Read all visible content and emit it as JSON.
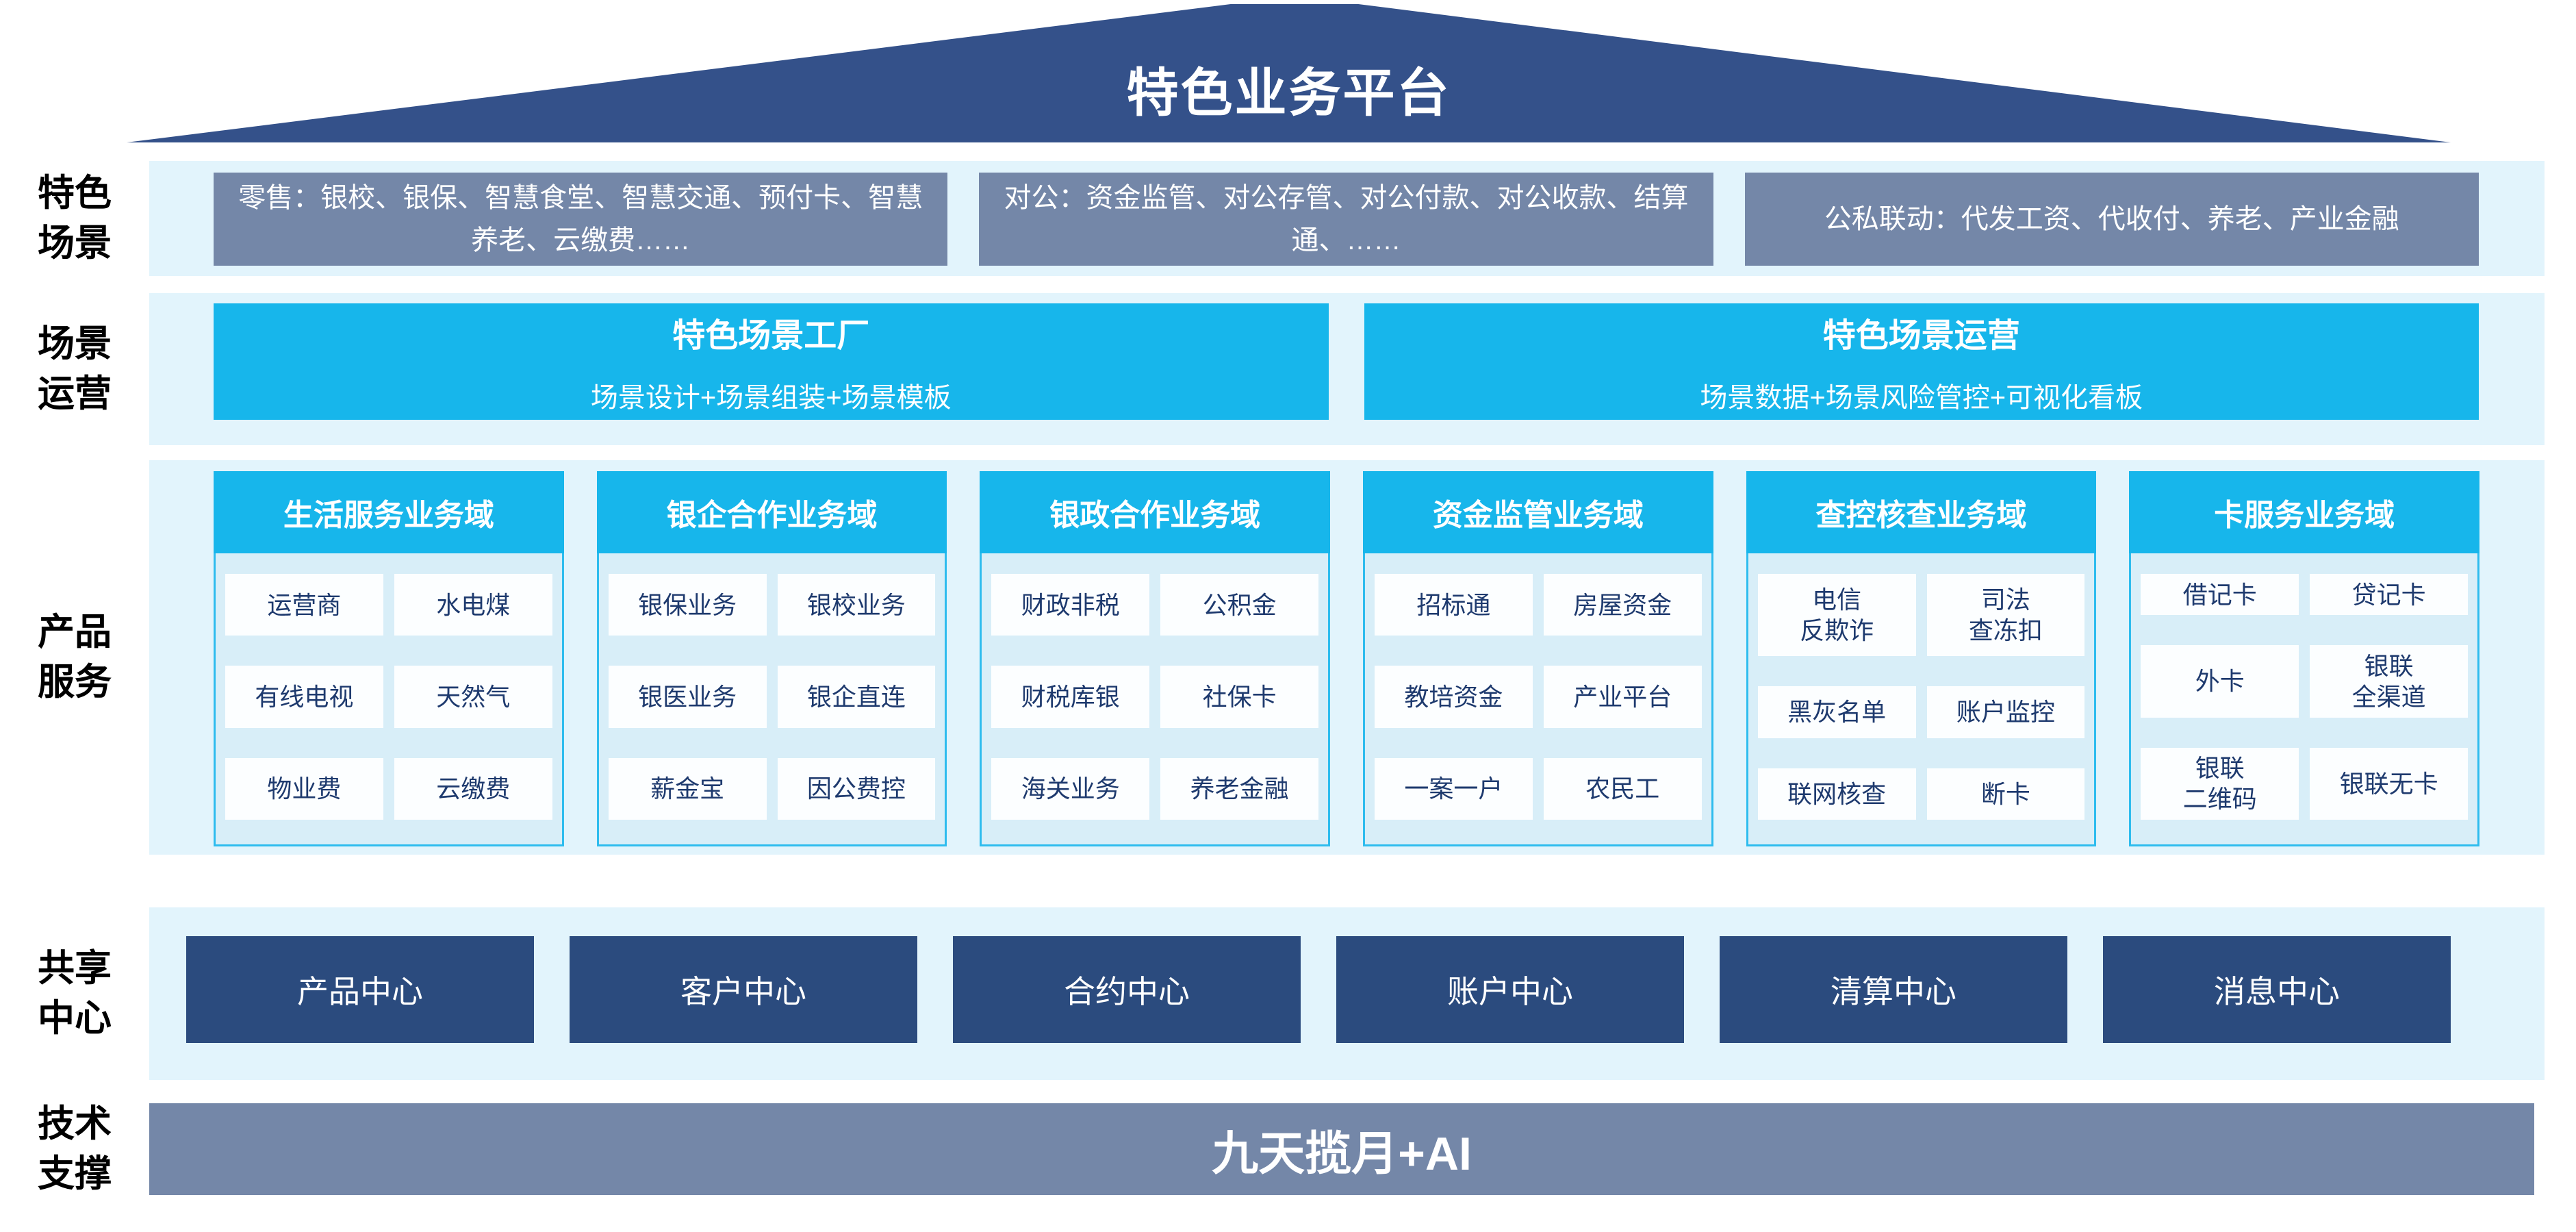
{
  "platform": {
    "title": "特色业务平台"
  },
  "rows": {
    "scenarios": {
      "label": "特色\n场景",
      "boxes": [
        "零售：银校、银保、智慧食堂、智慧交通、预付卡、智慧养老、云缴费……",
        "对公：资金监管、对公存管、对公付款、对公收款、结算通、……",
        "公私联动：代发工资、代收付、养老、产业金融"
      ]
    },
    "operations": {
      "label": "场景\n运营",
      "boxes": [
        {
          "title": "特色场景工厂",
          "subtitle": "场景设计+场景组装+场景模板"
        },
        {
          "title": "特色场景运营",
          "subtitle": "场景数据+场景风险管控+可视化看板"
        }
      ]
    },
    "products": {
      "label": "产品\n服务",
      "columns": [
        {
          "header": "生活服务业务域",
          "cells": [
            "运营商",
            "水电煤",
            "有线电视",
            "天然气",
            "物业费",
            "云缴费"
          ]
        },
        {
          "header": "银企合作业务域",
          "cells": [
            "银保业务",
            "银校业务",
            "银医业务",
            "银企直连",
            "薪金宝",
            "因公费控"
          ]
        },
        {
          "header": "银政合作业务域",
          "cells": [
            "财政非税",
            "公积金",
            "财税库银",
            "社保卡",
            "海关业务",
            "养老金融"
          ]
        },
        {
          "header": "资金监管业务域",
          "cells": [
            "招标通",
            "房屋资金",
            "教培资金",
            "产业平台",
            "一案一户",
            "农民工"
          ]
        },
        {
          "header": "查控核查业务域",
          "cells": [
            "电信\n反欺诈",
            "司法\n查冻扣",
            "黑灰名单",
            "账户监控",
            "联网核查",
            "断卡"
          ]
        },
        {
          "header": "卡服务业务域",
          "cells": [
            "借记卡",
            "贷记卡",
            "外卡",
            "银联\n全渠道",
            "银联\n二维码",
            "银联无卡"
          ]
        }
      ]
    },
    "shared_centers": {
      "label": "共享\n中心",
      "boxes": [
        "产品中心",
        "客户中心",
        "合约中心",
        "账户中心",
        "清算中心",
        "消息中心"
      ]
    },
    "technology": {
      "label": "技术\n支撑",
      "text": "九天揽月+AI"
    }
  },
  "colors": {
    "roof_blue": "#34518A",
    "gray_blue": "#7487A8",
    "cyan": "#17B6EB",
    "band_background": "#E2F4FC",
    "domain_body_background": "#D8EEF8",
    "domain_border": "#2EBCEE",
    "center_box_blue": "#2B4B7E",
    "cell_text_navy": "#1E3A6E"
  }
}
